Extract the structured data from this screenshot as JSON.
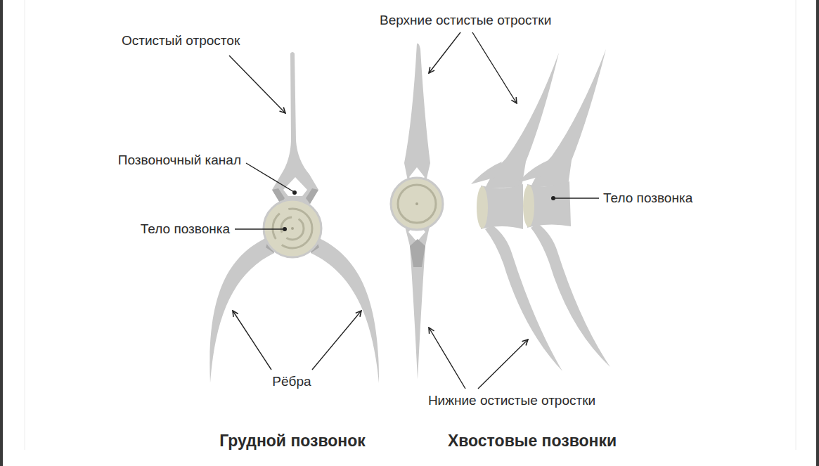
{
  "diagram": {
    "labels": [
      "Остистый отросток",
      "Верхние остистые отростки",
      "Позвоночный канал",
      "Тело позвонка",
      "Тело позвонка",
      "Рёбра",
      "Нижние остистые отростки",
      "Грудной позвонок",
      "Хвостовые позвонки"
    ]
  }
}
